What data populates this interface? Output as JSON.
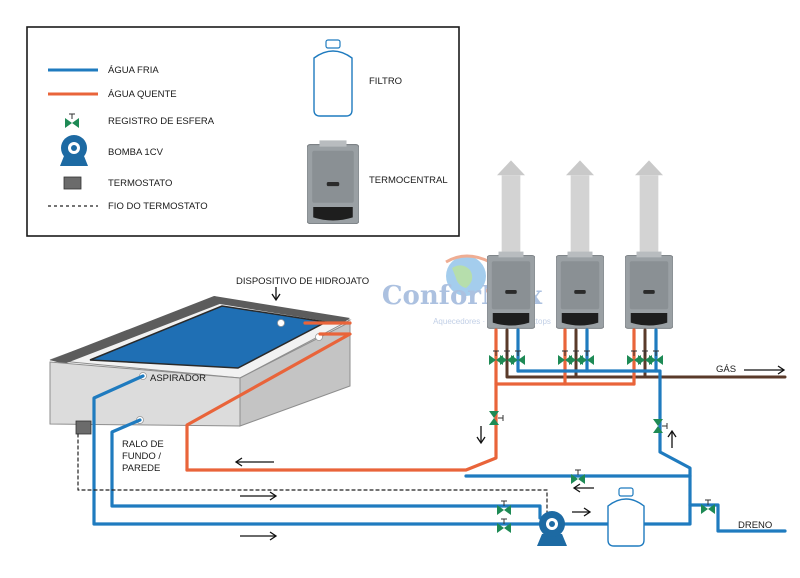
{
  "legend": {
    "cold_water": "ÁGUA FRIA",
    "hot_water": "ÁGUA QUENTE",
    "ball_valve": "REGISTRO DE ESFERA",
    "pump": "BOMBA 1CV",
    "thermostat": "TERMOSTATO",
    "thermostat_wire": "FIO DO TERMOSTATO",
    "filter": "FILTRO",
    "heater": "TERMOCENTRAL"
  },
  "labels": {
    "hydrojet": "DISPOSITIVO DE HIDROJATO",
    "aspirator": "ASPIRADOR",
    "drain_line1": "RALO DE",
    "drain_line2": "FUNDO /",
    "drain_line3": "PAREDE",
    "gas": "GÁS",
    "dreno": "DRENO"
  },
  "watermark": {
    "brand": "ConforMax",
    "tagline": "Aquecedores · Coifas · Cooktops"
  },
  "colors": {
    "cold": "#1f7bbf",
    "hot": "#e9643a",
    "gas": "#5a3a2a",
    "valve": "#1e8a55",
    "pump": "#1d6aa3",
    "pool_water": "#1f6fb4"
  }
}
